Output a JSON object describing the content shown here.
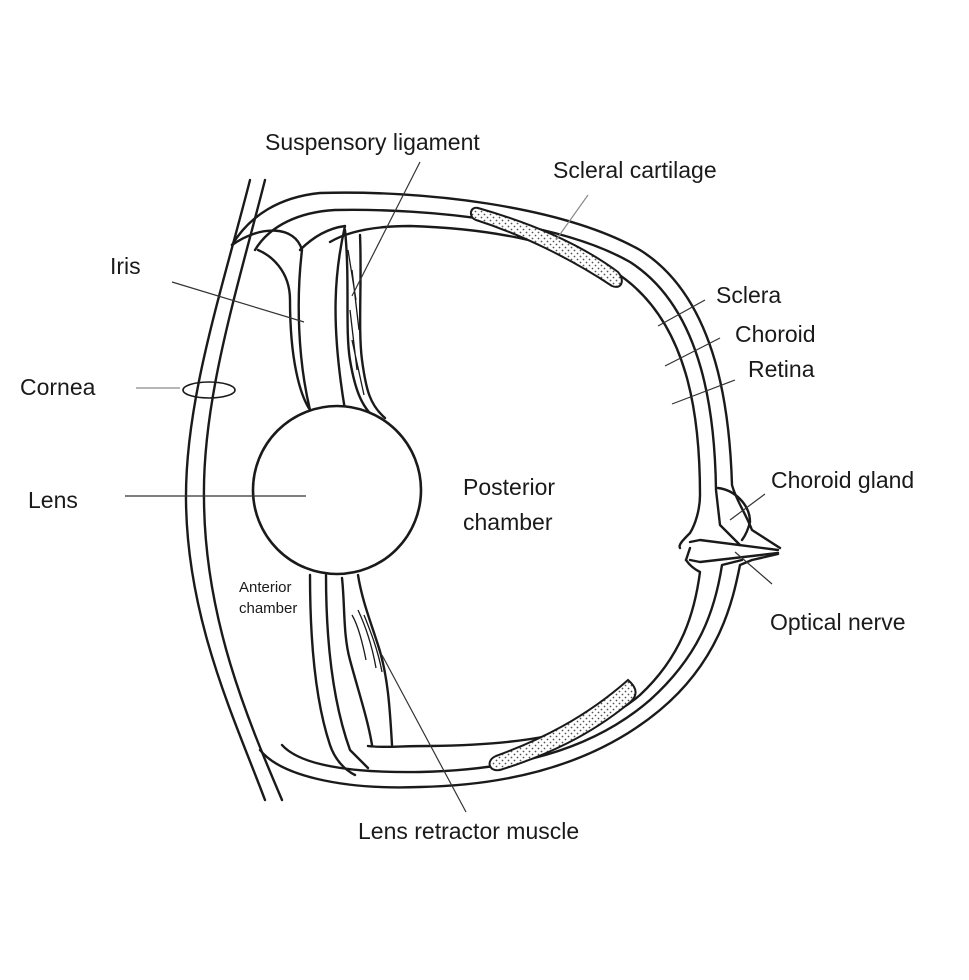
{
  "labels": {
    "suspensory_ligament": "Suspensory ligament",
    "scleral_cartilage": "Scleral cartilage",
    "iris": "Iris",
    "sclera": "Sclera",
    "choroid": "Choroid",
    "retina": "Retina",
    "cornea": "Cornea",
    "lens": "Lens",
    "posterior_chamber_1": "Posterior",
    "posterior_chamber_2": "chamber",
    "choroid_gland": "Choroid gland",
    "anterior_chamber_1": "Anterior",
    "anterior_chamber_2": "chamber",
    "optical_nerve": "Optical nerve",
    "lens_retractor_muscle": "Lens retractor muscle"
  }
}
